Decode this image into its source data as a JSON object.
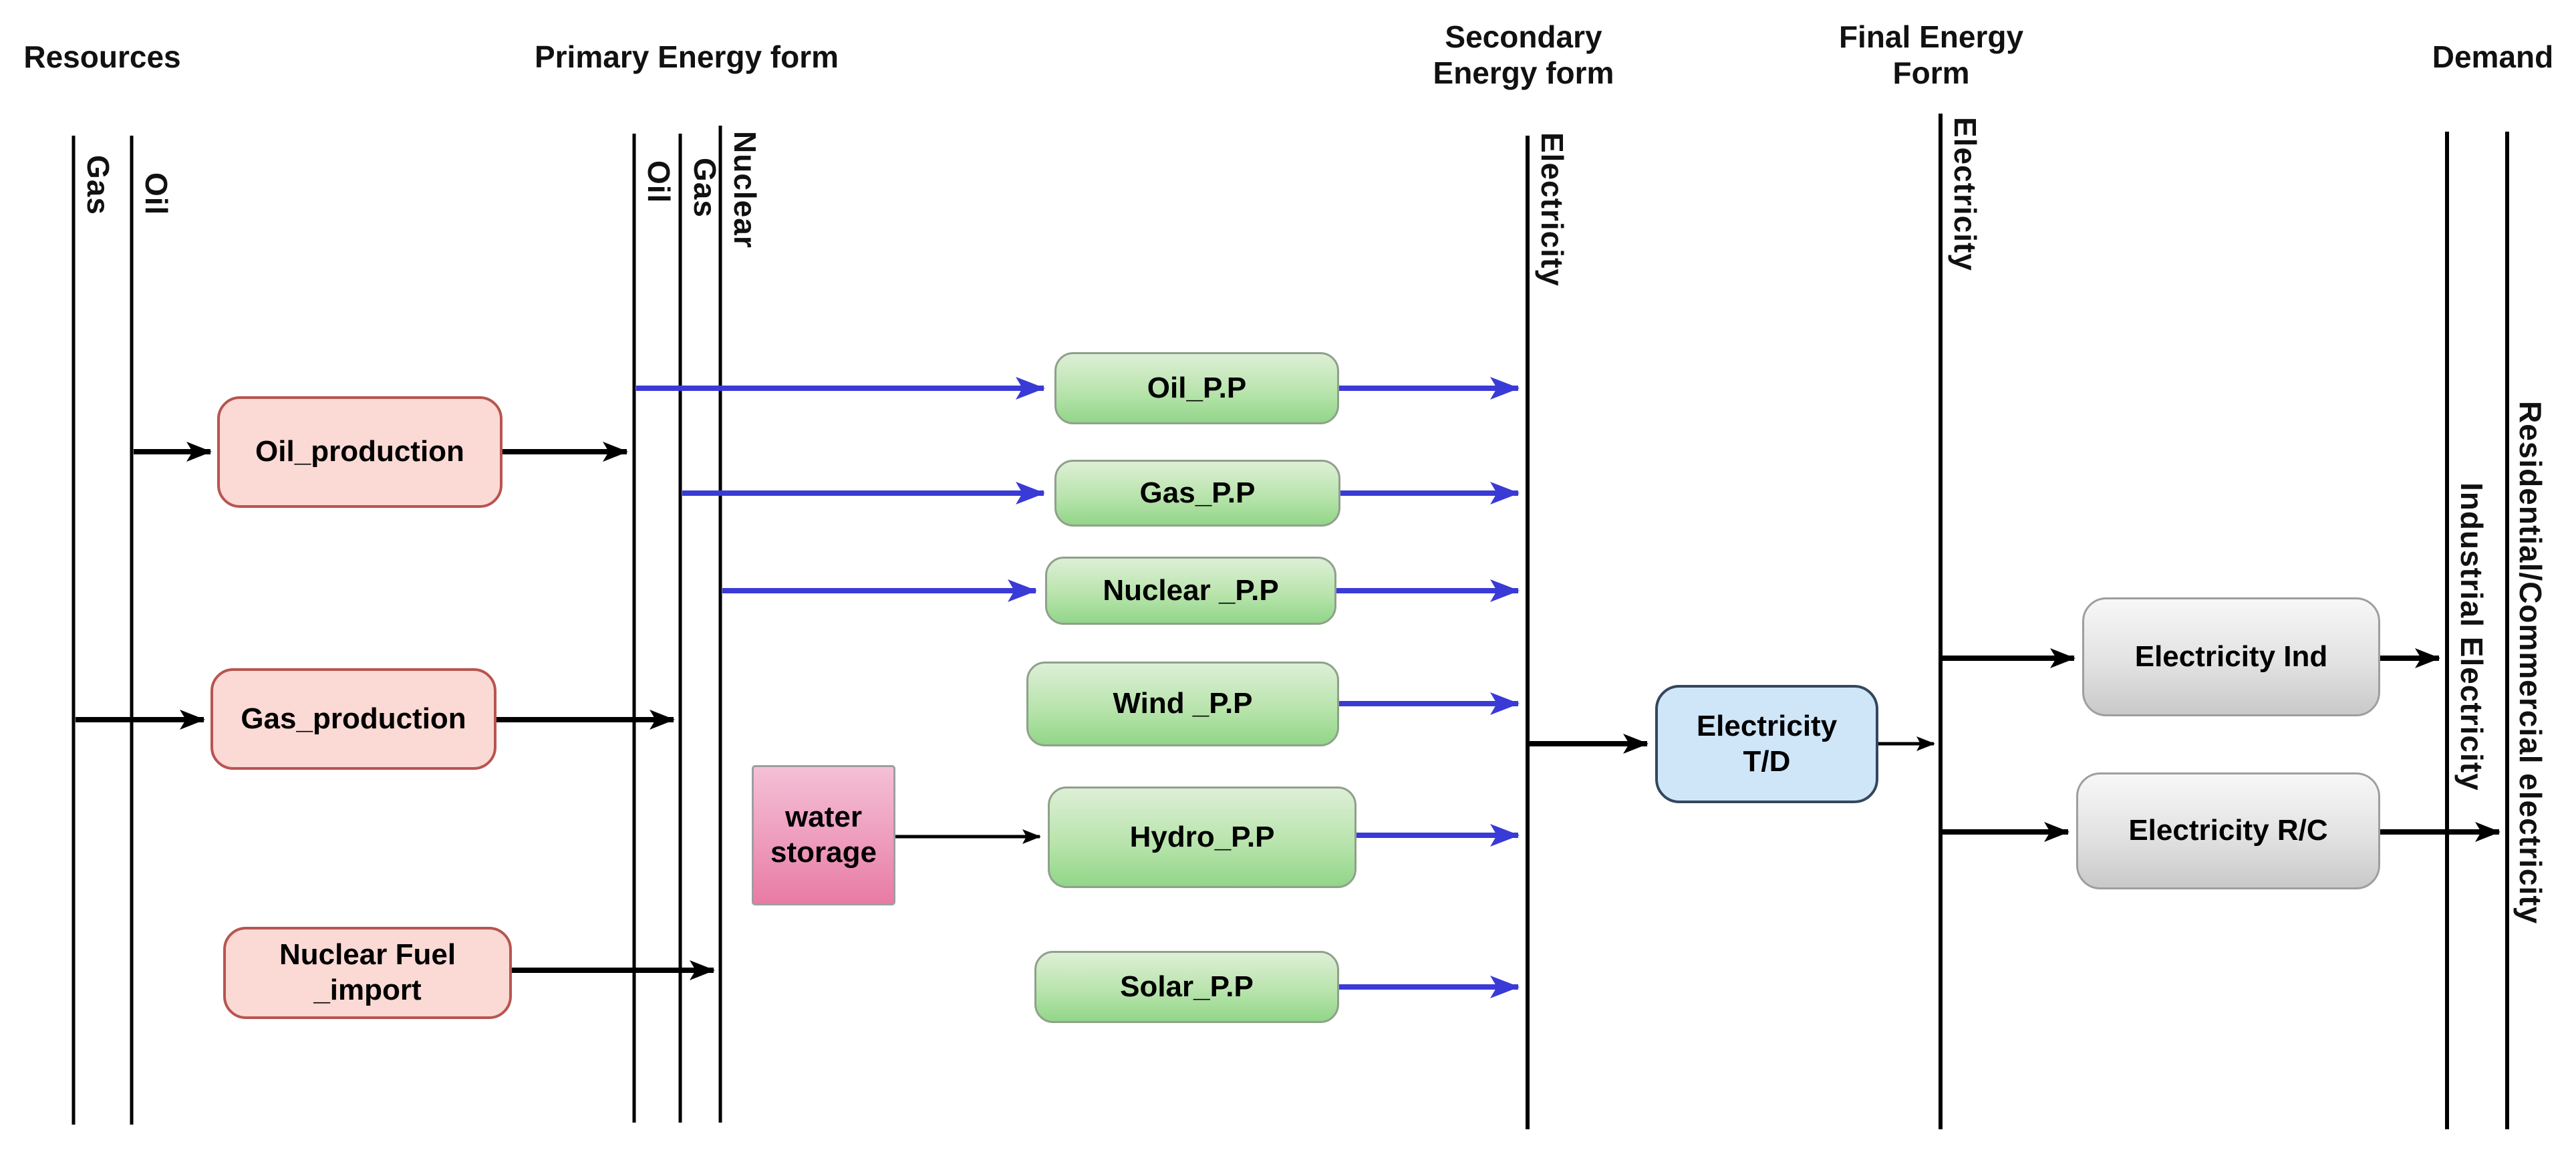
{
  "headers": {
    "resources": "Resources",
    "primary": "Primary Energy form",
    "secondary": "Secondary\nEnergy form",
    "final": "Final Energy\nForm",
    "demand": "Demand"
  },
  "axis_labels": {
    "res_gas": "Gas",
    "res_oil": "Oil",
    "pri_oil": "Oil",
    "pri_gas": "Gas",
    "pri_nuclear": "Nuclear",
    "sec_electricity": "Electricity",
    "fin_electricity": "Electricity",
    "dem_industrial": "Industrial Electricity",
    "dem_residential": "Residential/Commercial electricity"
  },
  "nodes": {
    "oil_production": "Oil_production",
    "gas_production": "Gas_production",
    "nuclear_import": "Nuclear Fuel\n_import",
    "water_storage": "water\nstorage",
    "oil_pp": "Oil_P.P",
    "gas_pp": "Gas_P.P",
    "nuclear_pp": "Nuclear _P.P",
    "wind_pp": "Wind _P.P",
    "hydro_pp": "Hydro_P.P",
    "solar_pp": "Solar_P.P",
    "elec_td": "Electricity\nT/D",
    "elec_ind": "Electricity Ind",
    "elec_rc": "Electricity R/C"
  },
  "colors": {
    "flow_black": "#000000",
    "flow_blue": "#3a3ad6",
    "producer_fill": "#fbd9d4",
    "producer_stroke": "#b85450",
    "plant_fill_top": "#ddefd6",
    "plant_fill_bottom": "#92d689",
    "plant_stroke": "#8fa08c",
    "storage_fill_top": "#f4c0d6",
    "storage_fill_bottom": "#e87ba4",
    "storage_stroke": "#9e9e9e",
    "td_fill": "#cfe6f9",
    "td_stroke": "#33475e",
    "demand_fill_top": "#f7f7f7",
    "demand_fill_bottom": "#c9c9c9",
    "demand_stroke": "#9e9e9e",
    "axis_line": "#000000",
    "text": "#111111"
  }
}
